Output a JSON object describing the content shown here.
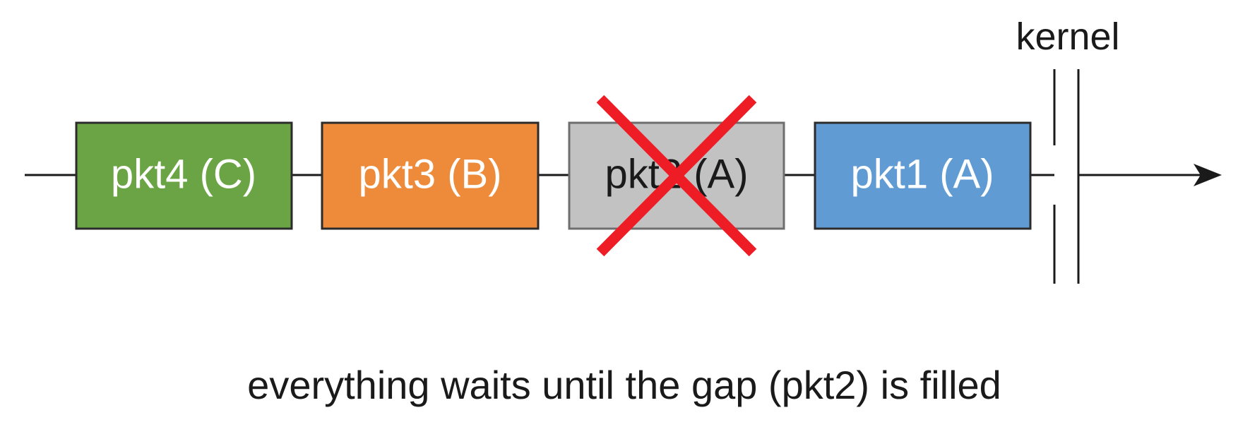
{
  "packets": [
    {
      "label": "pkt4 (C)",
      "fill": "#6ba444",
      "text_color": "#ffffff",
      "dropped": false
    },
    {
      "label": "pkt3 (B)",
      "fill": "#ee8b3b",
      "text_color": "#ffffff",
      "dropped": false
    },
    {
      "label": "pkt2 (A)",
      "fill": "#c2c2c2",
      "text_color": "#1a1a1a",
      "dropped": true
    },
    {
      "label": "pkt1 (A)",
      "fill": "#609cd3",
      "text_color": "#ffffff",
      "dropped": false
    }
  ],
  "kernel_label": "kernel",
  "caption": "everything waits until the gap (pkt2) is filled",
  "colors": {
    "line": "#1a1a1a",
    "box_border": "#2b2b2b",
    "drop_cross": "#ee1c25"
  }
}
